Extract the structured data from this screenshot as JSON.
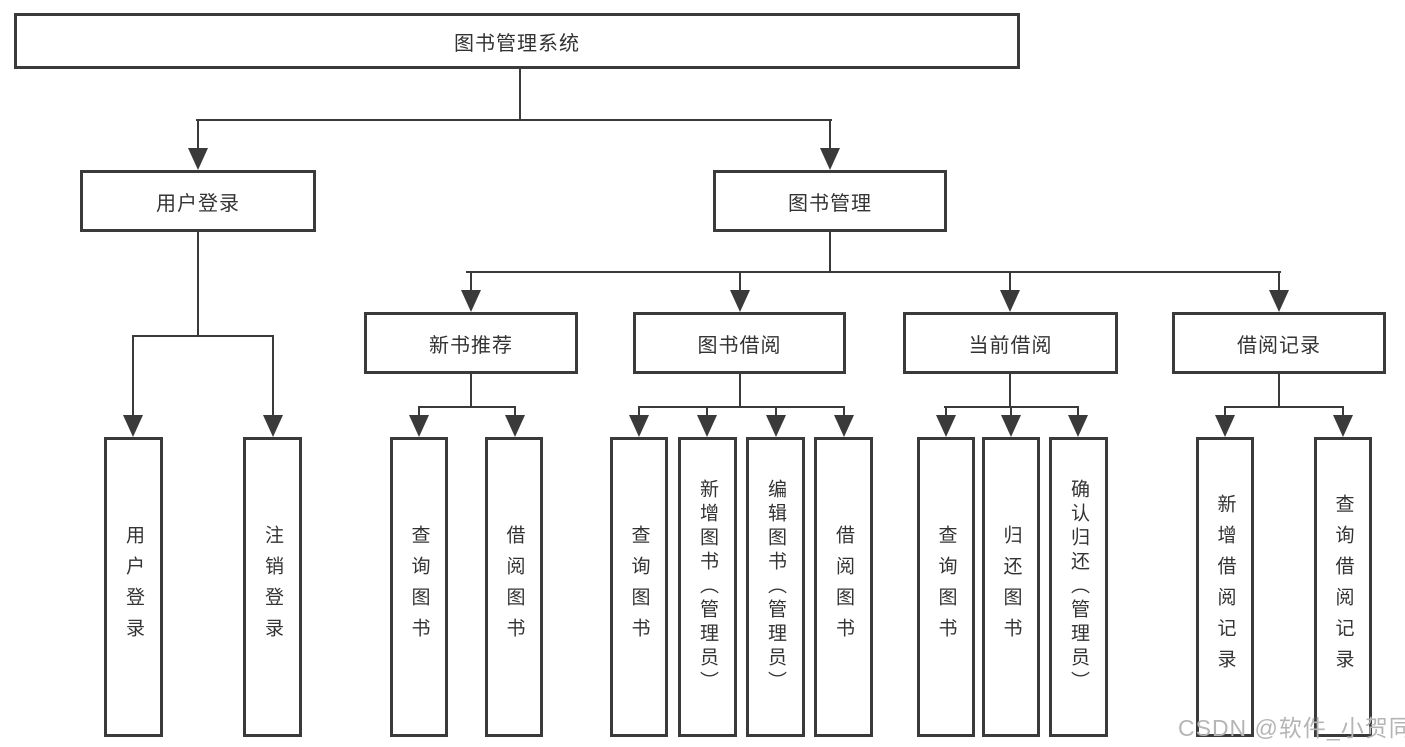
{
  "diagram": {
    "root": {
      "label": "图书管理系统"
    },
    "level2": [
      {
        "label": "用户登录"
      },
      {
        "label": "图书管理"
      }
    ],
    "level3": [
      {
        "label": "新书推荐"
      },
      {
        "label": "图书借阅"
      },
      {
        "label": "当前借阅"
      },
      {
        "label": "借阅记录"
      }
    ],
    "leaves": {
      "user_login": [
        {
          "label": "用户登录"
        },
        {
          "label": "注销登录"
        }
      ],
      "new_book": [
        {
          "label": "查询图书"
        },
        {
          "label": "借阅图书"
        }
      ],
      "book_borrow": [
        {
          "label": "查询图书"
        },
        {
          "label": "新增图书（管理员）"
        },
        {
          "label": "编辑图书（管理员）"
        },
        {
          "label": "借阅图书"
        }
      ],
      "current_borrow": [
        {
          "label": "查询图书"
        },
        {
          "label": "归还图书"
        },
        {
          "label": "确认归还（管理员）"
        }
      ],
      "borrow_record": [
        {
          "label": "新增借阅记录"
        },
        {
          "label": "查询借阅记录"
        }
      ]
    }
  },
  "watermark": {
    "text": "CSDN @软件_小贺同学"
  },
  "colors": {
    "line": "#3a3a3a",
    "text": "#333333",
    "box_background": "#ffffff",
    "page_background": "#ffffff",
    "watermark": "#b5b5b5"
  }
}
